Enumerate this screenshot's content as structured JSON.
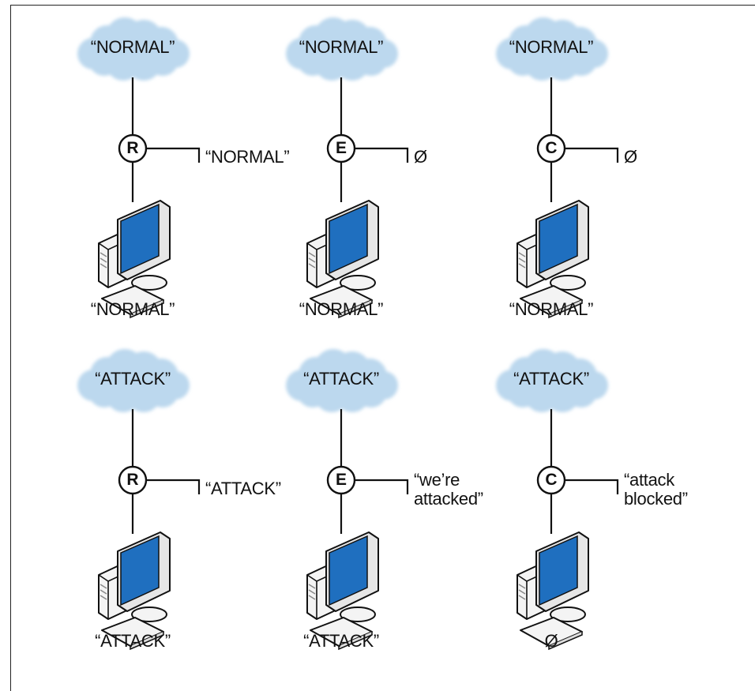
{
  "panels": [
    {
      "cloud": "“NORMAL”",
      "node": "R",
      "output": "“NORMAL”",
      "host": "“NORMAL”"
    },
    {
      "cloud": "“NORMAL”",
      "node": "E",
      "output": "Ø",
      "host": "“NORMAL”"
    },
    {
      "cloud": "“NORMAL”",
      "node": "C",
      "output": "Ø",
      "host": "“NORMAL”"
    },
    {
      "cloud": "“ATTACK”",
      "node": "R",
      "output": "“ATTACK”",
      "host": "“ATTACK”"
    },
    {
      "cloud": "“ATTACK”",
      "node": "E",
      "output": "“we’re\nattacked”",
      "host": "“ATTACK”"
    },
    {
      "cloud": "“ATTACK”",
      "node": "C",
      "output": "“attack\nblocked”",
      "host": "Ø"
    }
  ],
  "colors": {
    "cloud": "#bcd8ee",
    "screen": "#1f6fbf",
    "line": "#111111"
  }
}
